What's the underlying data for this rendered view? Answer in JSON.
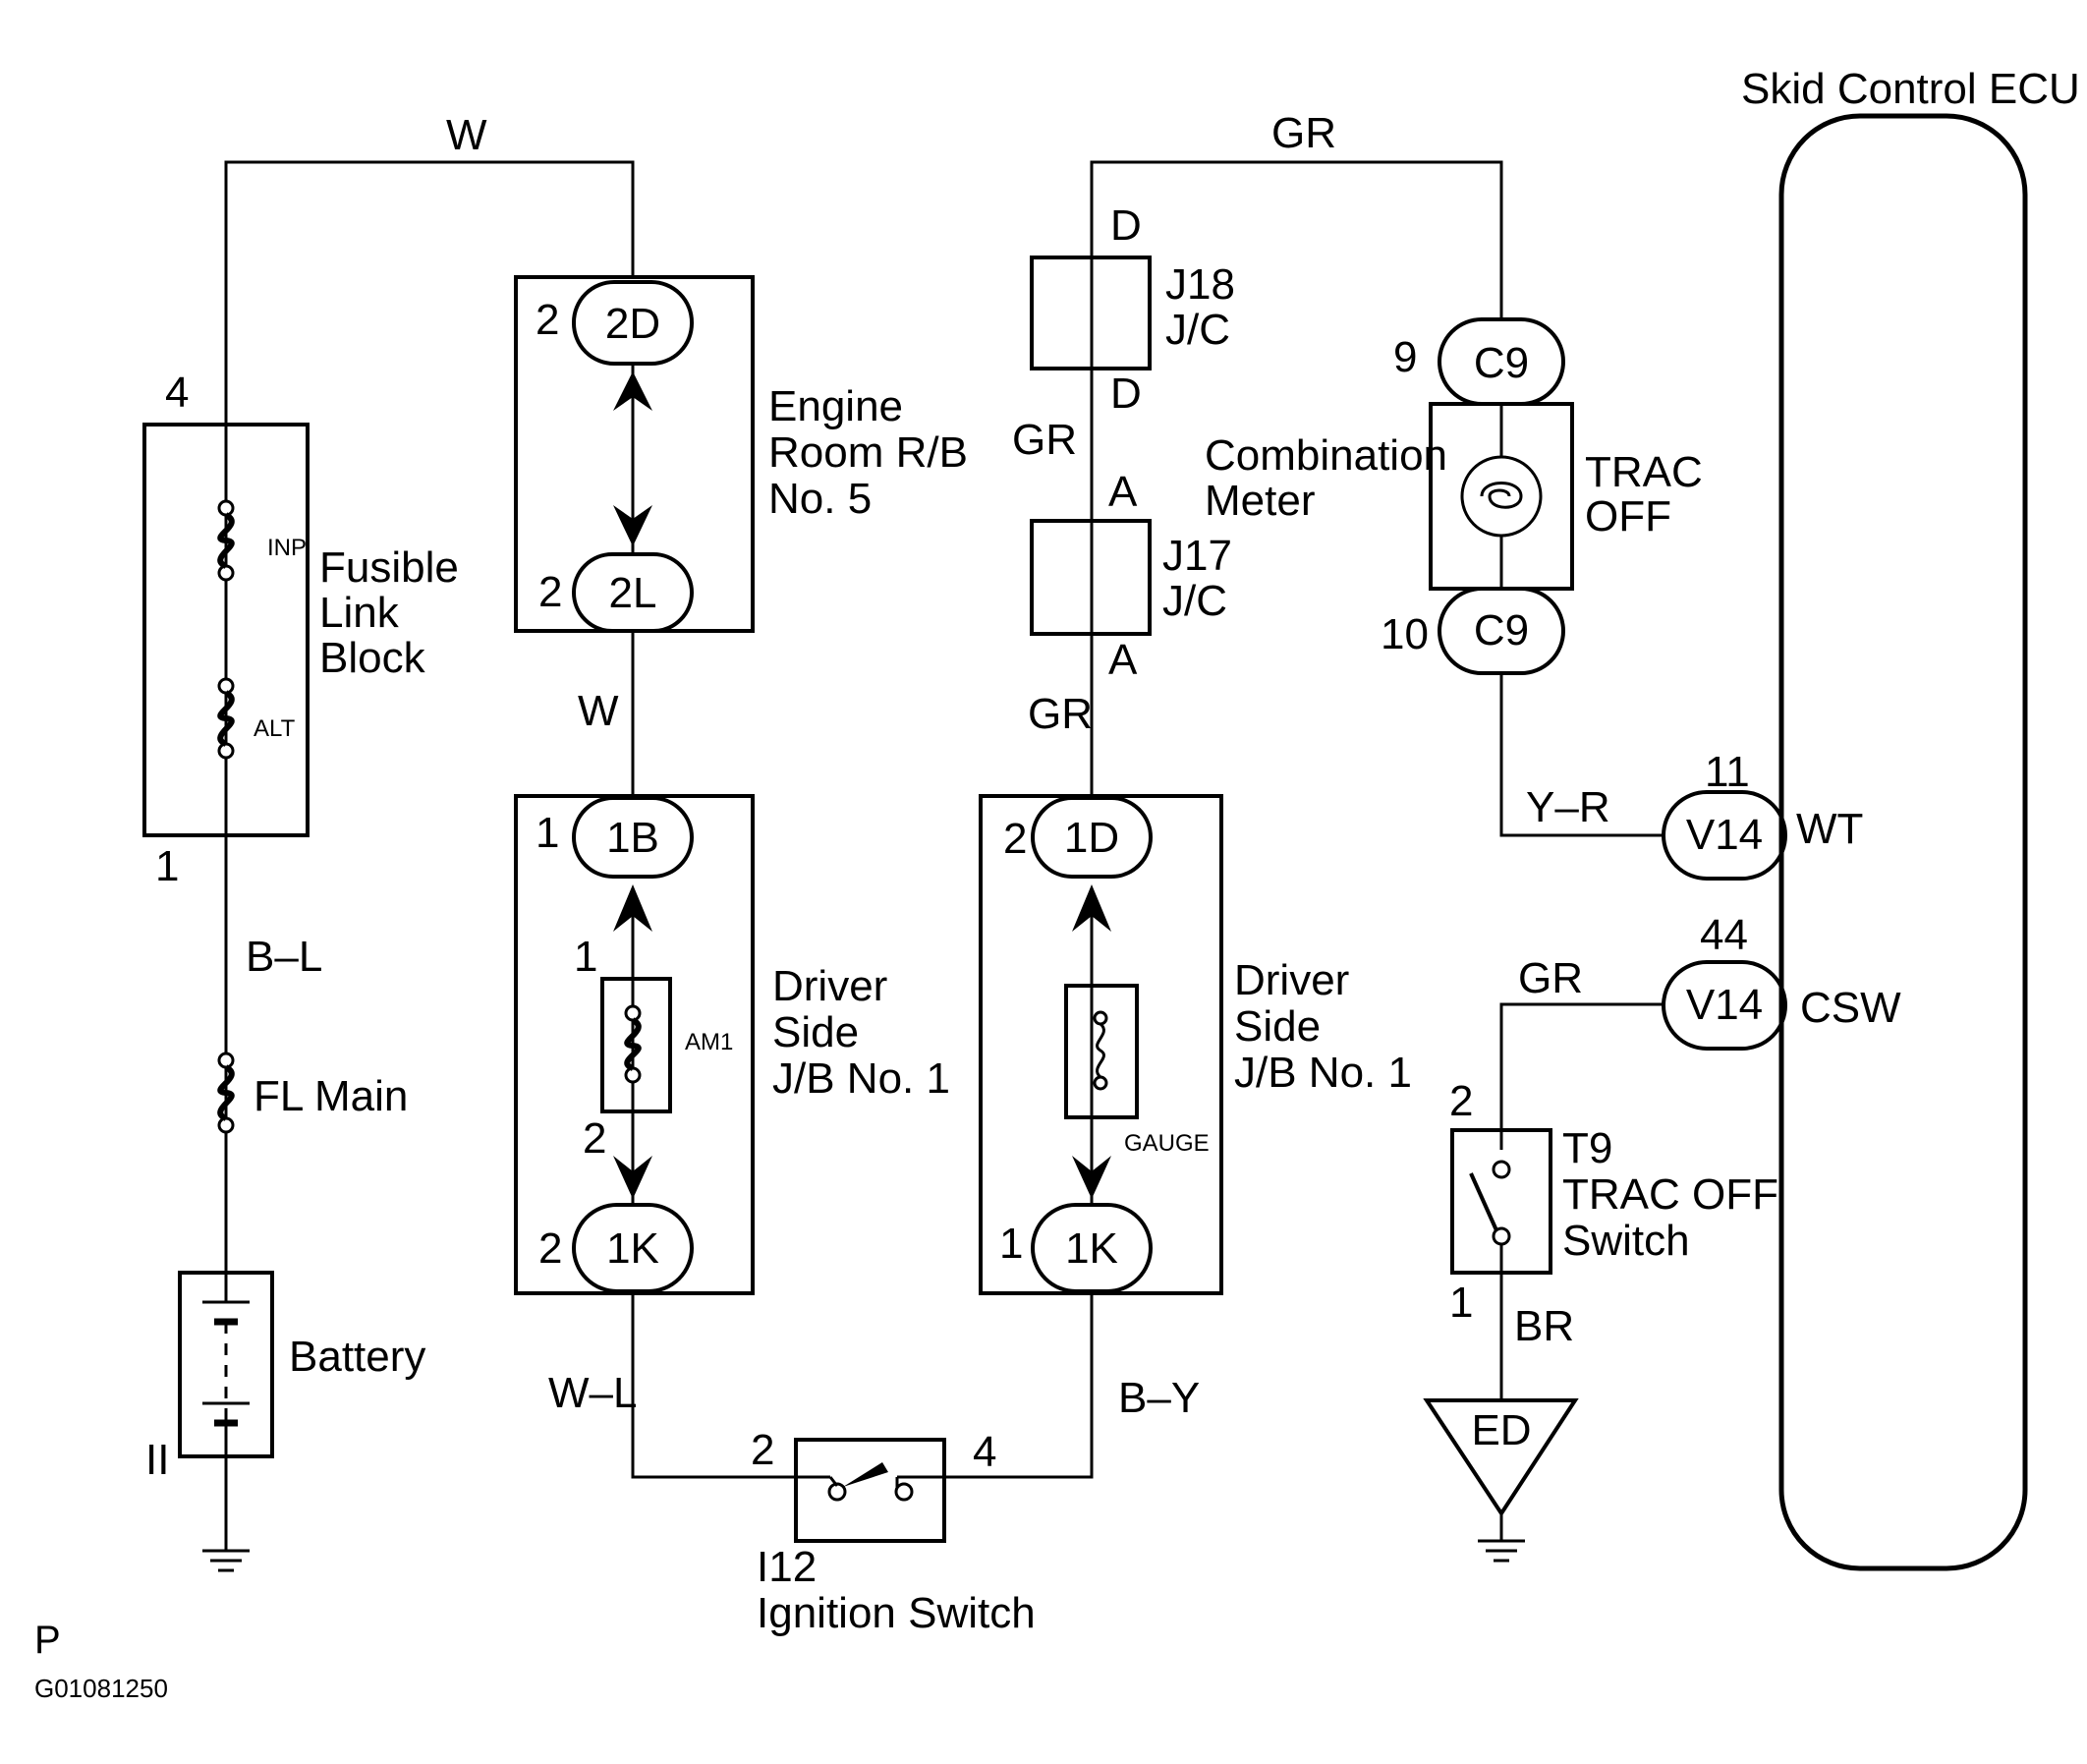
{
  "ecu": {
    "title": "Skid Control ECU",
    "pin_wt": "WT",
    "pin_csw": "CSW"
  },
  "wires": {
    "top_left": "W",
    "top_right": "GR",
    "w_mid": "W",
    "b_l": "B–L",
    "gr_mid": "GR",
    "gr_low": "GR",
    "y_r": "Y–R",
    "gr_csw": "GR",
    "w_l": "W–L",
    "b_y": "B–Y",
    "br": "BR"
  },
  "fusible_link_block": {
    "name": "Fusible\nLink\nBlock",
    "pin_top": "4",
    "pin_bottom": "1",
    "fuse_inp": "INP",
    "fuse_alt": "ALT"
  },
  "fl_main": "FL Main",
  "battery": {
    "name": "Battery",
    "pin": "II"
  },
  "engine_room_rb": {
    "name": "Engine\nRoom R/B\nNo. 5",
    "top_conn": "2D",
    "top_pin": "2",
    "bottom_conn": "2L",
    "bottom_pin": "2"
  },
  "jb_left": {
    "name": "Driver\nSide\nJ/B No. 1",
    "top_conn": "1B",
    "top_pin": "1",
    "fuse": "AM1",
    "fuse_pin_top": "1",
    "fuse_pin_bottom": "2",
    "bottom_conn": "1K",
    "bottom_pin": "2"
  },
  "jb_right": {
    "name": "Driver\nSide\nJ/B No. 1",
    "top_conn": "1D",
    "top_pin": "2",
    "fuse": "GAUGE",
    "bottom_conn": "1K",
    "bottom_pin": "1"
  },
  "j18": {
    "name": "J18\nJ/C",
    "pin_top": "D",
    "pin_bottom": "D"
  },
  "j17": {
    "name": "J17\nJ/C",
    "pin_top": "A",
    "pin_bottom": "A"
  },
  "combination_meter": {
    "name": "Combination\nMeter",
    "top_conn": "C9",
    "top_pin": "9",
    "bottom_conn": "C9",
    "bottom_pin": "10",
    "lamp": "TRAC\nOFF"
  },
  "v14_wt": {
    "conn": "V14",
    "pin": "11"
  },
  "v14_csw": {
    "conn": "V14",
    "pin": "44"
  },
  "trac_off_switch": {
    "name": "T9\nTRAC OFF\nSwitch",
    "pin_top": "2",
    "pin_bottom": "1"
  },
  "ground_ed": "ED",
  "ignition_switch": {
    "name": "I12\nIgnition Switch",
    "pin_left": "2",
    "pin_right": "4"
  },
  "footer": {
    "p": "P",
    "code": "G01081250"
  }
}
